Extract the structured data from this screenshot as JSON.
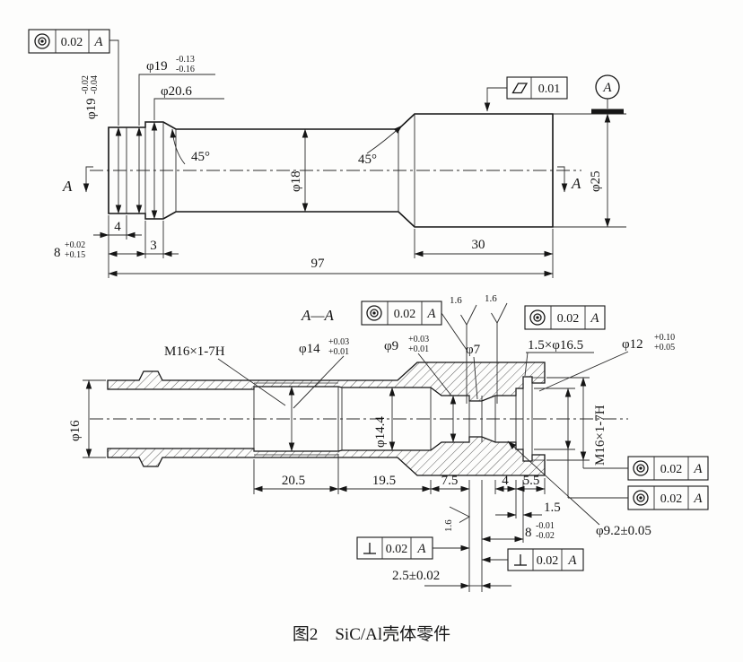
{
  "caption": "图2　SiC/Al壳体零件",
  "top_view": {
    "fcf_concentricity": {
      "symbol": "concentricity",
      "tolerance": "0.02",
      "datum": "A"
    },
    "fcf_flatness": {
      "symbol": "flatness",
      "tolerance": "0.01"
    },
    "datum_circle_label": "A",
    "section_marker_left": "A",
    "section_marker_right": "A",
    "dims": {
      "dia19_outer": {
        "main": "φ19",
        "upper": "-0.02",
        "lower": "-0.04"
      },
      "dia19_groove": {
        "main": "φ19",
        "upper": "-0.13",
        "lower": "-0.16"
      },
      "dia20_6": "φ20.6",
      "chamfer_left": "45°",
      "chamfer_right": "45°",
      "dia18": "φ18",
      "dia25": "φ25",
      "len4": "4",
      "len8": {
        "main": "8",
        "upper": "+0.02",
        "lower": "+0.15"
      },
      "len3": "3",
      "len30": "30",
      "len97": "97"
    }
  },
  "section_view": {
    "title": "A—A",
    "fcf_conc1": {
      "symbol": "concentricity",
      "tolerance": "0.02",
      "datum": "A"
    },
    "fcf_conc2": {
      "symbol": "concentricity",
      "tolerance": "0.02",
      "datum": "A"
    },
    "fcf_conc3": {
      "symbol": "concentricity",
      "tolerance": "0.02",
      "datum": "A"
    },
    "fcf_conc4": {
      "symbol": "concentricity",
      "tolerance": "0.02",
      "datum": "A"
    },
    "fcf_perp1": {
      "symbol": "perpendicularity",
      "tolerance": "0.02",
      "datum": "A"
    },
    "fcf_perp2": {
      "symbol": "perpendicularity",
      "tolerance": "0.02",
      "datum": "A"
    },
    "roughness1": "1.6",
    "roughness2": "1.6",
    "roughness3": "1.6",
    "dims": {
      "thread_left": "M16×1-7H",
      "dia14": {
        "main": "φ14",
        "upper": "+0.03",
        "lower": "+0.01"
      },
      "dia9": {
        "main": "φ9",
        "upper": "+0.03",
        "lower": "+0.01"
      },
      "dia7": "φ7",
      "groove": "1.5×φ16.5",
      "dia12": {
        "main": "φ12",
        "upper": "+0.10",
        "lower": "+0.05"
      },
      "thread_right": "M16×1-7H",
      "dia16": "φ16",
      "dia14_4": "φ14.4",
      "len20_5": "20.5",
      "len19_5": "19.5",
      "len7_5": "7.5",
      "len4": "4",
      "len5_5": "5.5",
      "len1_5": "1.5",
      "len8": {
        "main": "8",
        "upper": "-0.01",
        "lower": "-0.02"
      },
      "len2_5": "2.5±0.02",
      "dia9_2": "φ9.2±0.05"
    }
  }
}
